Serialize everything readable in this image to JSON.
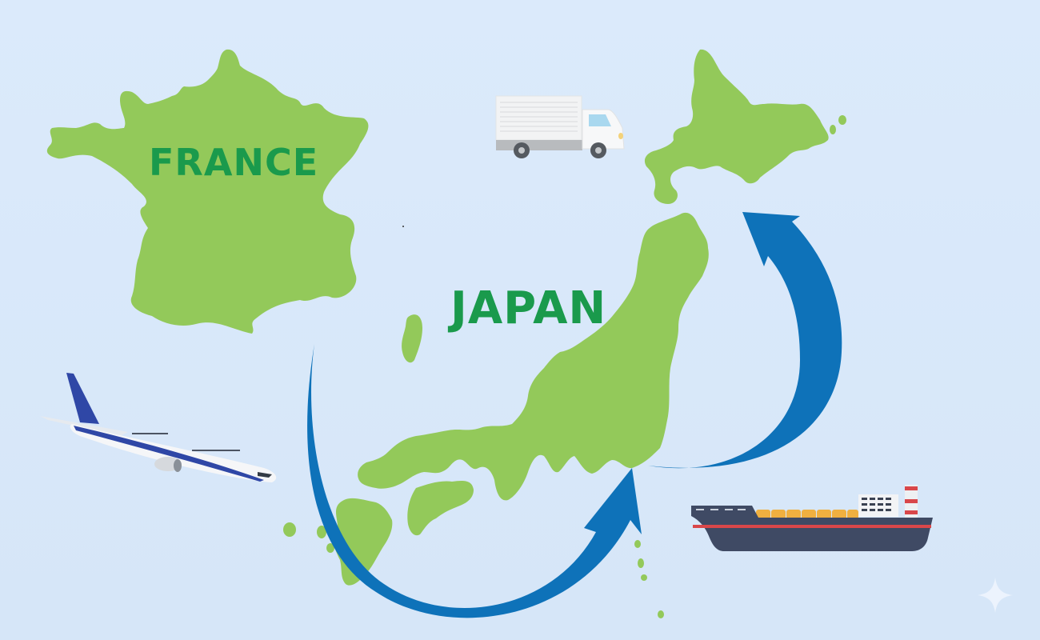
{
  "labels": {
    "france": "FRANCE",
    "japan": "JAPAN"
  },
  "icons": {
    "truck": "delivery-truck",
    "plane": "airplane",
    "ship": "cargo-ship",
    "arrows": "curved-arrow",
    "sparkle": "sparkle-star"
  },
  "colors": {
    "background": "#d8e8f8",
    "land": "#93c95a",
    "label_text": "#1a9a4c",
    "arrow": "#0e72b9",
    "ship_hull": "#3f4a64",
    "ship_stripe": "#d9474a",
    "ship_cargo": "#f0b040",
    "plane_tail": "#2f47a6"
  }
}
